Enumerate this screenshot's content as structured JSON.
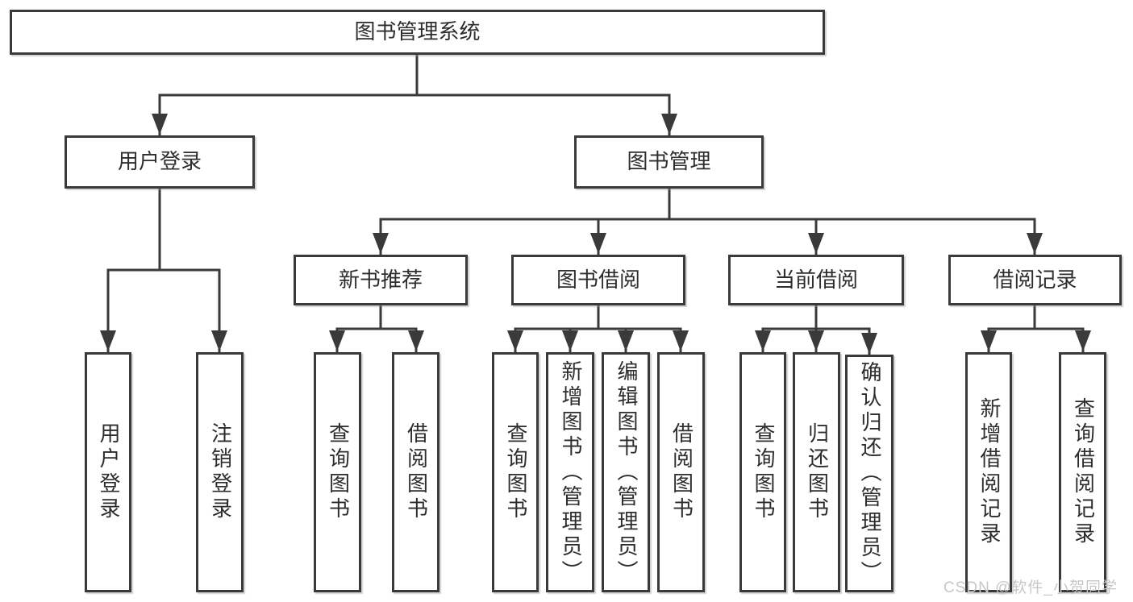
{
  "diagram": {
    "type": "hierarchy-tree",
    "nodes": {
      "root": {
        "label": "图书管理系统"
      },
      "user_login": {
        "label": "用户登录"
      },
      "book_mgmt": {
        "label": "图书管理"
      },
      "new_book_rec": {
        "label": "新书推荐"
      },
      "book_borrow": {
        "label": "图书借阅"
      },
      "current_borrow": {
        "label": "当前借阅"
      },
      "borrow_records": {
        "label": "借阅记录"
      },
      "leaf_user_login": {
        "label": "用户登录"
      },
      "leaf_logout": {
        "label": "注销登录"
      },
      "nb_query_books": {
        "label": "查询图书"
      },
      "nb_borrow_books": {
        "label": "借阅图书"
      },
      "bb_query_books": {
        "label": "查询图书"
      },
      "bb_add_books": {
        "label": "新增图书（管理员）"
      },
      "bb_edit_books": {
        "label": "编辑图书（管理员）"
      },
      "bb_borrow_books": {
        "label": "借阅图书"
      },
      "cb_query_books": {
        "label": "查询图书"
      },
      "cb_return_books": {
        "label": "归还图书"
      },
      "cb_confirm_return": {
        "label": "确认归还（管理员）"
      },
      "br_add_record": {
        "label": "新增借阅记录"
      },
      "br_query_record": {
        "label": "查询借阅记录"
      }
    },
    "edges": [
      [
        "root",
        "user_login"
      ],
      [
        "root",
        "book_mgmt"
      ],
      [
        "user_login",
        "leaf_user_login"
      ],
      [
        "user_login",
        "leaf_logout"
      ],
      [
        "book_mgmt",
        "new_book_rec"
      ],
      [
        "book_mgmt",
        "book_borrow"
      ],
      [
        "book_mgmt",
        "current_borrow"
      ],
      [
        "book_mgmt",
        "borrow_records"
      ],
      [
        "new_book_rec",
        "nb_query_books"
      ],
      [
        "new_book_rec",
        "nb_borrow_books"
      ],
      [
        "book_borrow",
        "bb_query_books"
      ],
      [
        "book_borrow",
        "bb_add_books"
      ],
      [
        "book_borrow",
        "bb_edit_books"
      ],
      [
        "book_borrow",
        "bb_borrow_books"
      ],
      [
        "current_borrow",
        "cb_query_books"
      ],
      [
        "current_borrow",
        "cb_return_books"
      ],
      [
        "current_borrow",
        "cb_confirm_return"
      ],
      [
        "borrow_records",
        "br_add_record"
      ],
      [
        "borrow_records",
        "br_query_record"
      ]
    ]
  },
  "watermark": {
    "text": "CSDN @软件_小贺同学"
  },
  "colors": {
    "background": "#ffffff",
    "box_fill": "#ffffff",
    "box_border": "#3a3a3a",
    "line": "#3a3a3a",
    "text": "#2d2d2d",
    "watermark": "#c7c7c7"
  }
}
